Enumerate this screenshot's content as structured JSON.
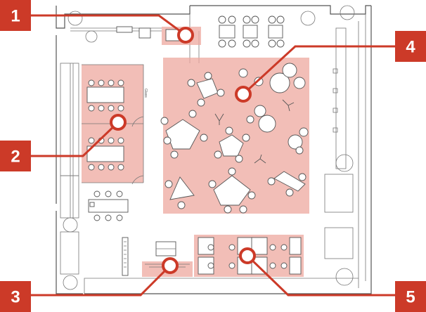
{
  "plan": {
    "room_label": "Glass",
    "colors": {
      "zone": "#eea89f",
      "accent": "#cc3a28",
      "wall": "#555555"
    }
  },
  "callouts": [
    {
      "number": "1"
    },
    {
      "number": "2"
    },
    {
      "number": "3"
    },
    {
      "number": "4"
    },
    {
      "number": "5"
    }
  ]
}
